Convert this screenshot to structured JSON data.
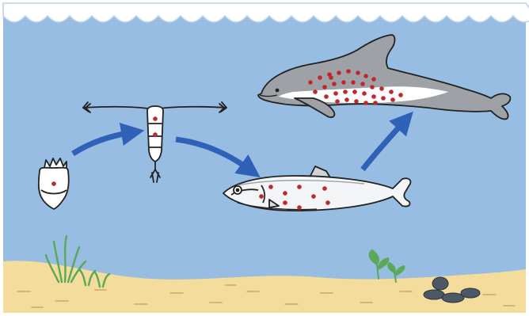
{
  "title": "",
  "colors": {
    "water": "#97bde2",
    "waves": "#ffffff",
    "sand": "#f4dc9c",
    "sand_dash": "#c9ac63",
    "arrow": "#2f61b8",
    "contaminant_dot": "#c0272d",
    "porpoise_body": "#9ea2a7",
    "porpoise_belly": "#ffffff",
    "fish_body": "#f4f5f6",
    "seaweed": "#5aa85a",
    "stones": "#4d5866",
    "outline": "#222222"
  },
  "food_chain": [
    {
      "organism": "jellyfish",
      "icon": "jellyfish-icon",
      "dots": 1
    },
    {
      "organism": "copepod",
      "icon": "copepod-icon",
      "dots": 2
    },
    {
      "organism": "fish",
      "icon": "herring-icon",
      "dots": 9
    },
    {
      "organism": "porpoise",
      "icon": "porpoise-icon",
      "dots": 34
    }
  ],
  "arrows": [
    {
      "from": "jellyfish",
      "to": "copepod"
    },
    {
      "from": "copepod",
      "to": "fish"
    },
    {
      "from": "fish",
      "to": "porpoise"
    }
  ]
}
